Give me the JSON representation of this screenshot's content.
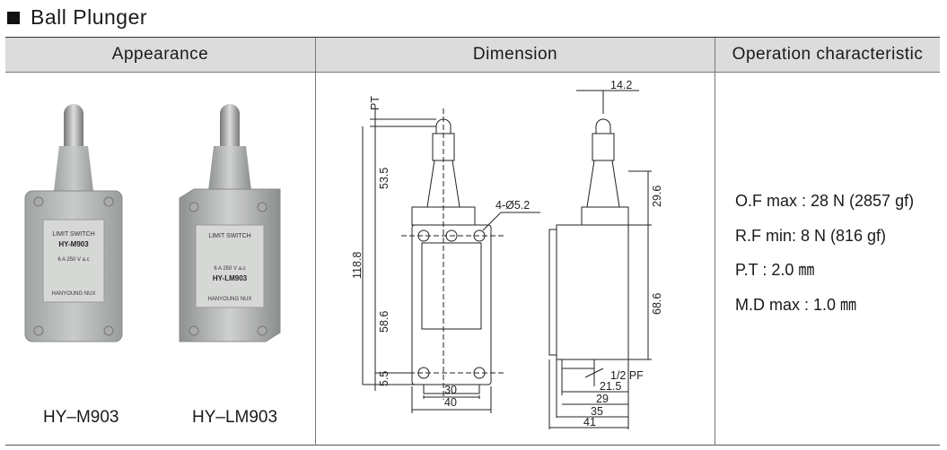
{
  "section": {
    "title": "Ball Plunger"
  },
  "table": {
    "headers": [
      "Appearance",
      "Dimension",
      "Operation characteristic"
    ]
  },
  "appearance": {
    "products": [
      {
        "model": "HY–M903",
        "plate_title": "LIMIT SWITCH",
        "plate_model": "HY-M903",
        "plate_rating": "6 A 250 V a.c",
        "plate_maker": "HANYOUNG NUX"
      },
      {
        "model": "HY–LM903",
        "plate_title": "LIMIT SWITCH",
        "plate_model": "HY-LM903",
        "plate_rating": "6 A 250 V a.c",
        "plate_maker": "HANYOUNG NUX"
      }
    ]
  },
  "dimension": {
    "front": {
      "pt": "PT",
      "d1": "53.5",
      "d2": "118.8",
      "d3": "58.6",
      "d4": "5.5",
      "d5": "30",
      "d6": "40",
      "hole": "4-Ø5.2"
    },
    "side": {
      "d1": "14.2",
      "d2": "29.6",
      "d3": "68.6",
      "d4": "1/2 PF",
      "d5": "21.5",
      "d6": "29",
      "d7": "35",
      "d8": "41"
    }
  },
  "operation": {
    "lines": [
      "O.F max : 28 N (2857 gf)",
      "R.F min: 8 N (816 gf)",
      "P.T : 2.0 ㎜",
      "M.D max : 1.0 ㎜"
    ]
  }
}
